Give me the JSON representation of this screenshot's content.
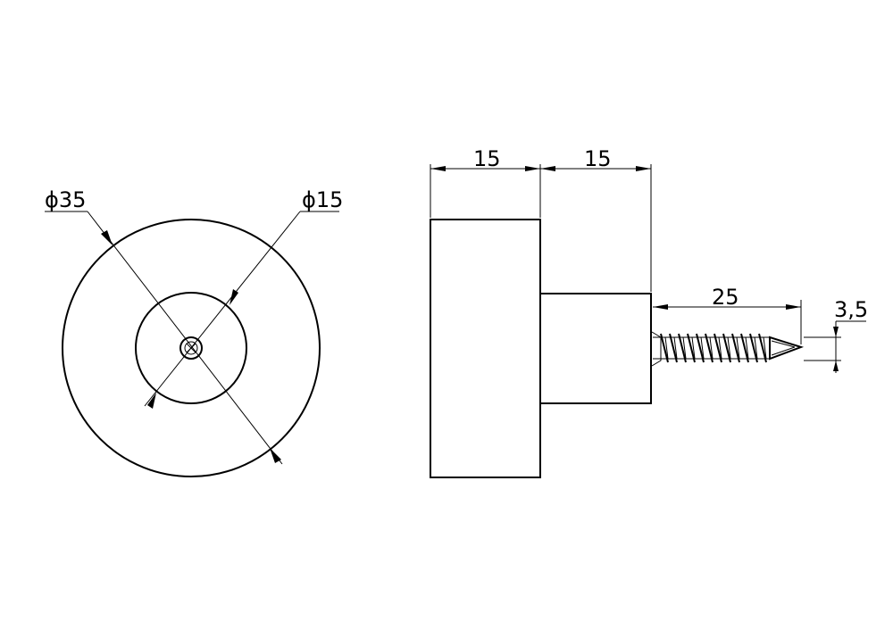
{
  "colors": {
    "line": "#000000",
    "background": "#ffffff"
  },
  "front_view": {
    "outer_diameter": {
      "label": "ϕ35",
      "value_mm": 35
    },
    "inner_diameter": {
      "label": "ϕ15",
      "value_mm": 15
    }
  },
  "side_view": {
    "head_thickness": {
      "label": "15",
      "value_mm": 15
    },
    "neck_length": {
      "label": "15",
      "value_mm": 15
    },
    "screw_length": {
      "label": "25",
      "value_mm": 25
    },
    "screw_diameter": {
      "label": "3,5",
      "value_mm": 3.5
    }
  }
}
